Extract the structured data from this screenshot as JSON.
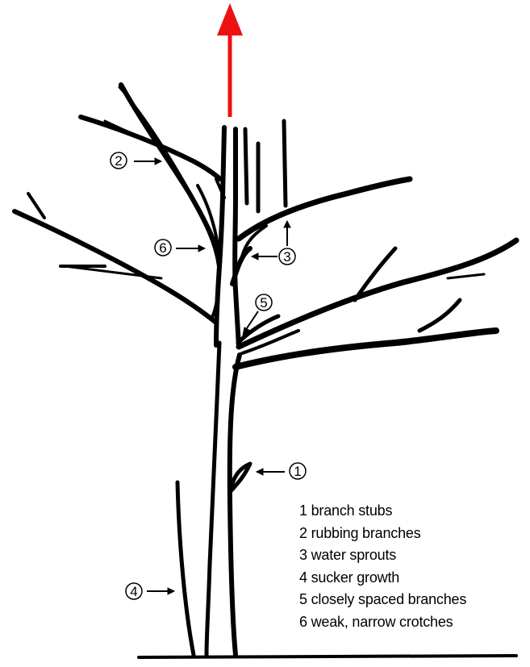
{
  "colors": {
    "ink": "#000000",
    "background": "#ffffff",
    "arrow": "#ee1111"
  },
  "callouts": [
    "1",
    "2",
    "3",
    "4",
    "5",
    "6"
  ],
  "legend": [
    "1 branch stubs",
    "2 rubbing branches",
    "3 water sprouts",
    "4 sucker growth",
    "5 closely spaced branches",
    "6 weak, narrow crotches"
  ]
}
